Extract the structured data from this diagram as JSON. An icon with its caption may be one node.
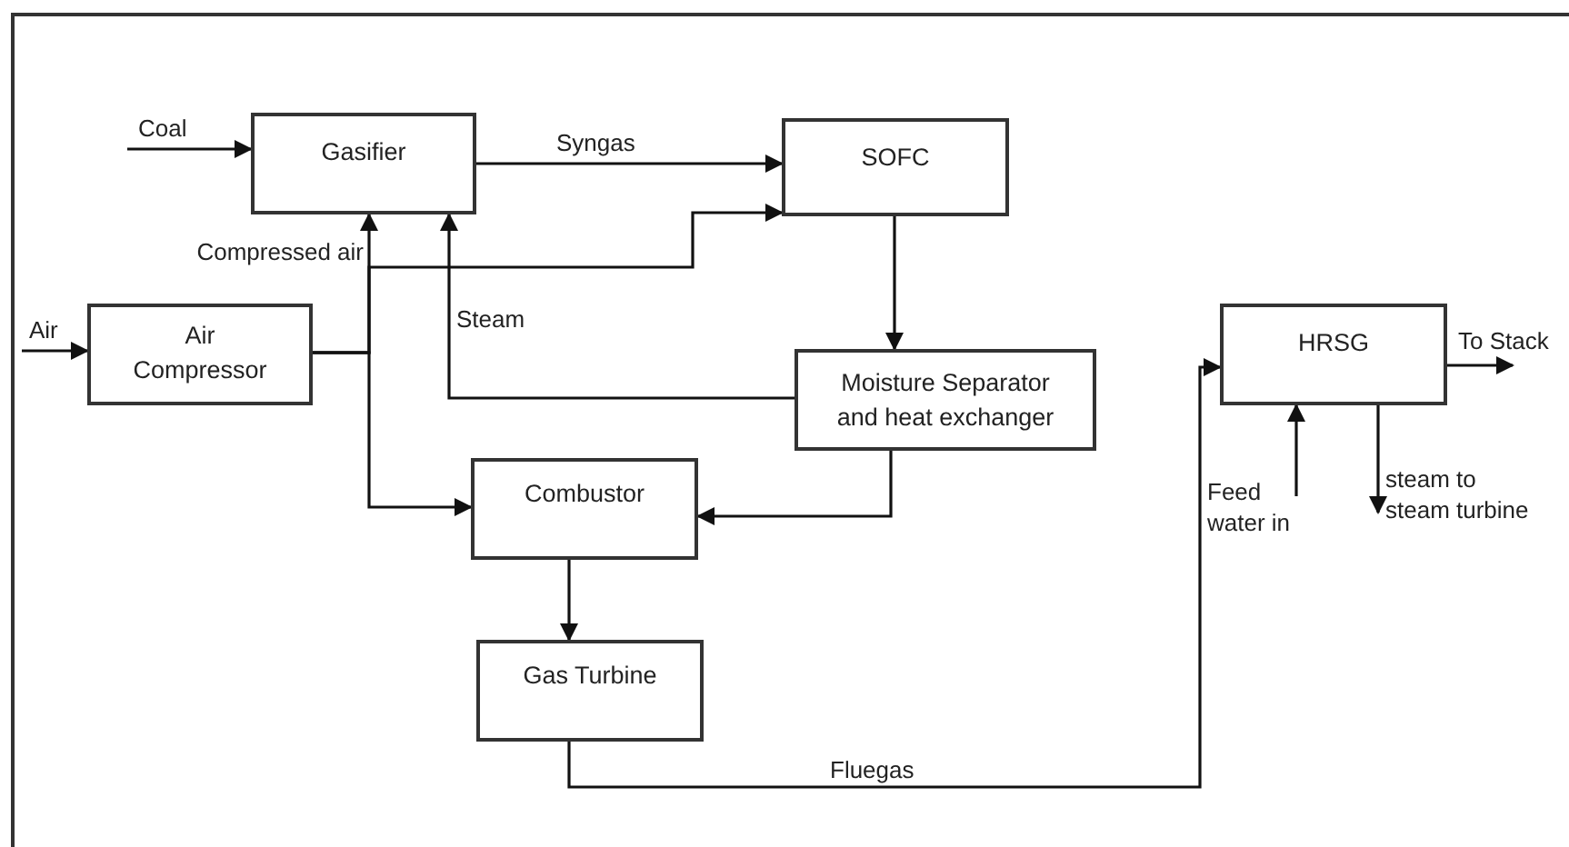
{
  "diagram": {
    "nodes": [
      {
        "text": [
          "Gasifier"
        ]
      },
      {
        "text": [
          "SOFC"
        ]
      },
      {
        "text": [
          "Air Compressor"
        ]
      },
      {
        "text": [
          "Moisture Separator and heat exchanger"
        ]
      },
      {
        "text": [
          "Combustor"
        ]
      },
      {
        "text": [
          "Gas Turbine"
        ]
      },
      {
        "text": [
          "HRSG"
        ]
      }
    ],
    "edges": [
      {
        "from": null,
        "to": 0,
        "arrow": "to",
        "label": "Coal"
      },
      {
        "from": 0,
        "to": 1,
        "arrow": "to",
        "label": "Syngas"
      },
      {
        "from": 2,
        "to": 0,
        "arrow": "to",
        "label": "Compressed air"
      },
      {
        "from": 2,
        "to": 1,
        "arrow": "to"
      },
      {
        "from": 2,
        "to": 4,
        "arrow": "to"
      },
      {
        "from": 3,
        "to": 0,
        "arrow": "to",
        "label": "Steam"
      },
      {
        "from": 1,
        "to": 3,
        "arrow": "to"
      },
      {
        "from": 3,
        "to": 4,
        "arrow": "to"
      },
      {
        "from": 4,
        "to": 5,
        "arrow": "to"
      },
      {
        "from": 5,
        "to": 6,
        "arrow": "to",
        "label": "Fluegas"
      },
      {
        "from": null,
        "to": 2,
        "arrow": "to",
        "label": "Air"
      },
      {
        "from": 6,
        "to": null,
        "arrow": "to",
        "label": "To Stack"
      },
      {
        "from": null,
        "to": 6,
        "arrow": "to",
        "label": "Feed water in"
      },
      {
        "from": 6,
        "to": null,
        "arrow": "to",
        "label": "steam to steam turbine"
      }
    ]
  }
}
